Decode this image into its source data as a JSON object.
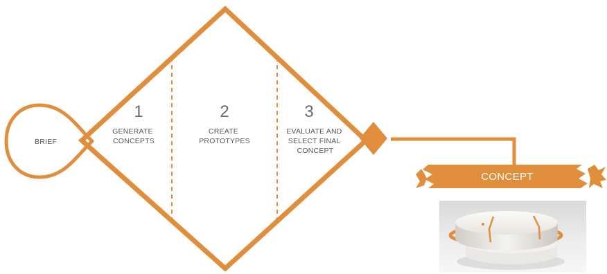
{
  "colors": {
    "accent": "#E08E3C",
    "text": "#555555",
    "background": "#ffffff"
  },
  "brief": {
    "label": "BRIEF"
  },
  "stages": [
    {
      "number": "1",
      "lines": [
        "GENERATE",
        "CONCEPTS"
      ]
    },
    {
      "number": "2",
      "lines": [
        "CREATE",
        "PROTOTYPES"
      ]
    },
    {
      "number": "3",
      "lines": [
        "EVALUATE AND",
        "SELECT FINAL",
        "CONCEPT"
      ]
    }
  ],
  "concept": {
    "label": "CONCEPT"
  },
  "product_image": {
    "subject": "product-render"
  }
}
